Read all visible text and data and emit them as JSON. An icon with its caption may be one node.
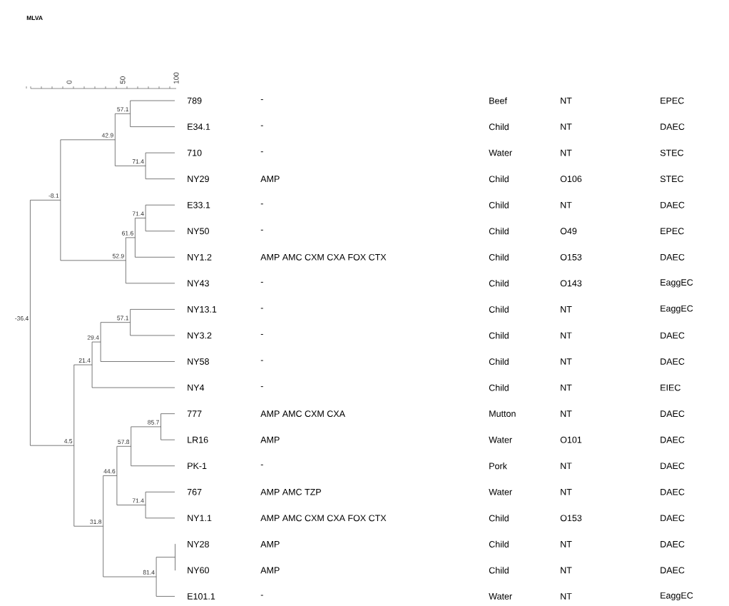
{
  "diagram": {
    "labels": [
      "MLVA",
      "0",
      "50",
      "100",
      "57.1",
      "42.9",
      "71.4",
      "-8.1",
      "71.4",
      "61.6",
      "52.9",
      "-36.4",
      "57.1",
      "29.4",
      "21.4",
      "85.7",
      "4.5",
      "57.8",
      "44.6",
      "71.4",
      "31.8",
      "81.4",
      "789",
      "-",
      "Beef",
      "NT",
      "EPEC",
      "E34.1",
      "-",
      "Child",
      "NT",
      "DAEC",
      "710",
      "-",
      "Water",
      "NT",
      "STEC",
      "NY29",
      "AMP",
      "Child",
      "O106",
      "STEC",
      "E33.1",
      "-",
      "Child",
      "NT",
      "DAEC",
      "NY50",
      "-",
      "Child",
      "O49",
      "EPEC",
      "NY1.2",
      "AMP AMC CXM CXA FOX CTX",
      "Child",
      "O153",
      "DAEC",
      "NY43",
      "-",
      "Child",
      "O143",
      "EaggEC",
      "NY13.1",
      "-",
      "Child",
      "NT",
      "EaggEC",
      "NY3.2",
      "-",
      "Child",
      "NT",
      "DAEC",
      "NY58",
      "-",
      "Child",
      "NT",
      "DAEC",
      "NY4",
      "-",
      "Child",
      "NT",
      "EIEC",
      "777",
      "AMP AMC CXM CXA",
      "Mutton",
      "NT",
      "DAEC",
      "LR16",
      "AMP",
      "Water",
      "O101",
      "DAEC",
      "PK-1",
      "-",
      "Pork",
      "NT",
      "DAEC",
      "767",
      "AMP AMC TZP",
      "Water",
      "NT",
      "DAEC",
      "NY1.1",
      "AMP AMC CXM CXA FOX CTX",
      "Child",
      "O153",
      "DAEC",
      "NY28",
      "AMP",
      "Child",
      "NT",
      "DAEC",
      "NY60",
      "AMP",
      "Child",
      "NT",
      "DAEC",
      "E101.1",
      "-",
      "Water",
      "NT",
      "EaggEC"
    ]
  }
}
